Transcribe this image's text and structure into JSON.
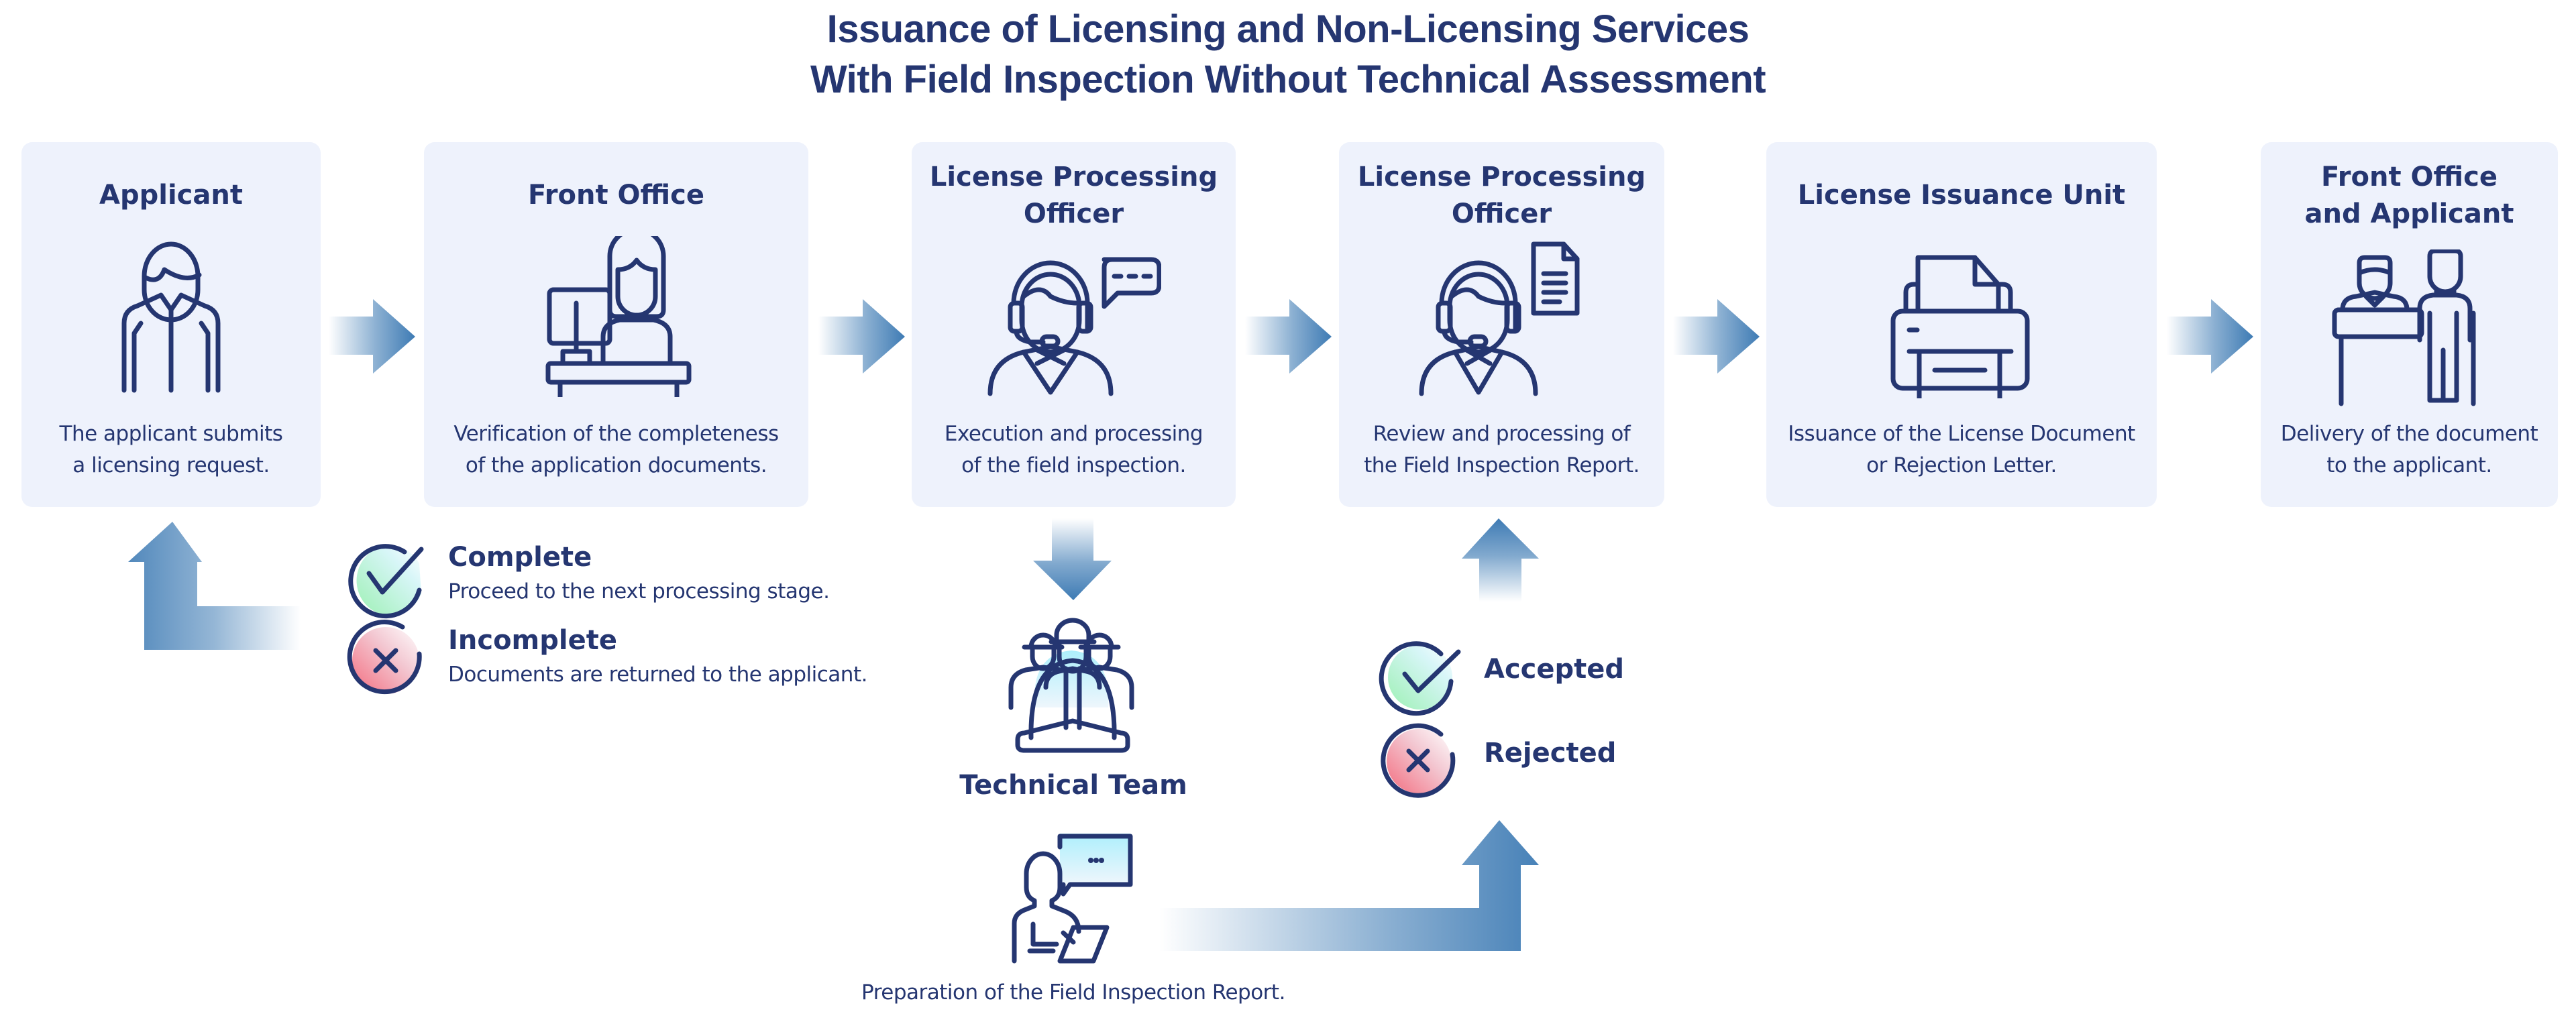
{
  "title": {
    "line1": "Issuance of Licensing and Non-Licensing Services",
    "line2": "With Field Inspection Without Technical Assessment"
  },
  "colors": {
    "primary_text": "#253671",
    "box_background": "#EEF2FC",
    "arrow": "#3E7BB4",
    "icon_fill": "#ADEFFC",
    "accept_green": "#A8F0C0",
    "reject_red": "#F36C7E"
  },
  "steps": [
    {
      "title_lines": [
        "Applicant"
      ],
      "description_lines": [
        "The applicant submits",
        "a licensing request."
      ],
      "icon": "applicant-person-icon"
    },
    {
      "title_lines": [
        "Front Office"
      ],
      "description_lines": [
        "Verification of the completeness",
        "of the application documents."
      ],
      "icon": "front-office-desk-icon"
    },
    {
      "title_lines": [
        "License Processing",
        "Officer"
      ],
      "description_lines": [
        "Execution and processing",
        "of the field inspection."
      ],
      "icon": "officer-headset-chat-icon"
    },
    {
      "title_lines": [
        "License Processing",
        "Officer"
      ],
      "description_lines": [
        "Review and processing of",
        "the Field Inspection Report."
      ],
      "icon": "officer-headset-document-icon"
    },
    {
      "title_lines": [
        "License Issuance Unit"
      ],
      "description_lines": [
        "Issuance of the License Document",
        "or Rejection Letter."
      ],
      "icon": "printer-icon"
    },
    {
      "title_lines": [
        "Front Office",
        "and Applicant"
      ],
      "description_lines": [
        "Delivery of the document",
        "to the applicant."
      ],
      "icon": "reception-handover-icon"
    }
  ],
  "verification_outcomes": [
    {
      "label": "Complete",
      "description": "Proceed to the next processing stage.",
      "icon": "check-circle-icon"
    },
    {
      "label": "Incomplete",
      "description": "Documents are returned to the applicant.",
      "icon": "x-circle-icon"
    }
  ],
  "technical_team": {
    "label": "Technical Team",
    "icon": "engineer-team-icon"
  },
  "report_preparation": {
    "caption": "Preparation of the Field Inspection Report.",
    "icon": "report-writer-icon"
  },
  "review_outcomes": [
    {
      "label": "Accepted",
      "icon": "check-circle-icon"
    },
    {
      "label": "Rejected",
      "icon": "x-circle-icon"
    }
  ]
}
